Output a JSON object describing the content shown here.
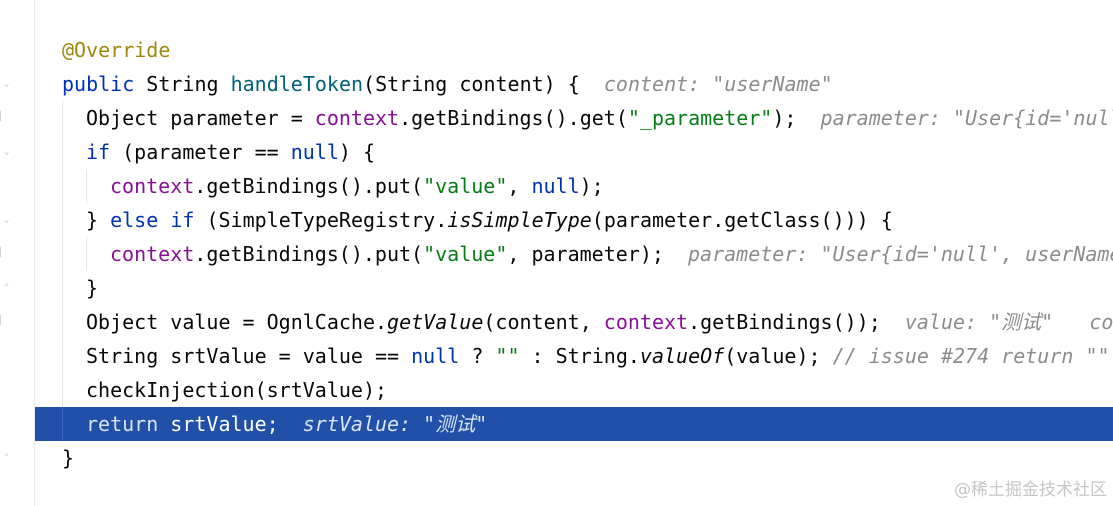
{
  "editor": {
    "lines": [
      {
        "annotation": "@Override"
      },
      {
        "kw1": "public",
        "type": "String",
        "method": "handleToken",
        "params": "(String content) {",
        "hint": "content: \"userName\""
      },
      {
        "decl": "Object parameter = ",
        "field": "context",
        "call": ".getBindings().get(",
        "arg": "\"_parameter\"",
        "end": ");",
        "hint": "parameter: \"User{id='null"
      },
      {
        "kw1": "if",
        "cond": " (parameter == ",
        "kw2": "null",
        "end": ") {"
      },
      {
        "field": "context",
        "call": ".getBindings().put(",
        "arg": "\"value\"",
        "mid": ", ",
        "kw2": "null",
        "end": ");"
      },
      {
        "pre": "} ",
        "kw1": "else",
        "kw2": "if",
        "cls": " (SimpleTypeRegistry.",
        "italic": "isSimpleType",
        "end": "(parameter.getClass())) {"
      },
      {
        "field": "context",
        "call": ".getBindings().put(",
        "arg": "\"value\"",
        "end": ", parameter);",
        "hint": "parameter: \"User{id='null', userName"
      },
      {
        "text": "}"
      },
      {
        "decl": "Object value = OgnlCache.",
        "italic": "getValue",
        "mid": "(content, ",
        "field": "context",
        "end": ".getBindings());",
        "hint": "value: \"测试\"   cont"
      },
      {
        "decl": "String srtValue = value == ",
        "kw2": "null",
        "mid": " ? ",
        "arg": "\"\"",
        "cls": " : String.",
        "italic": "valueOf",
        "end": "(value);",
        "comment": "// issue #274 return \"\""
      },
      {
        "text": "checkInjection(srtValue);"
      },
      {
        "kw1": "return",
        "end": " srtValue;",
        "hint": "srtValue: \"测试\""
      },
      {
        "text": "}"
      }
    ]
  },
  "colors": {
    "keyword": "#0033b3",
    "annotation": "#9e880d",
    "method": "#00627a",
    "field": "#871094",
    "string": "#067d17",
    "hint": "#8c8c8c",
    "current_line": "#2150a8"
  },
  "watermark": "@稀土掘金技术社区"
}
